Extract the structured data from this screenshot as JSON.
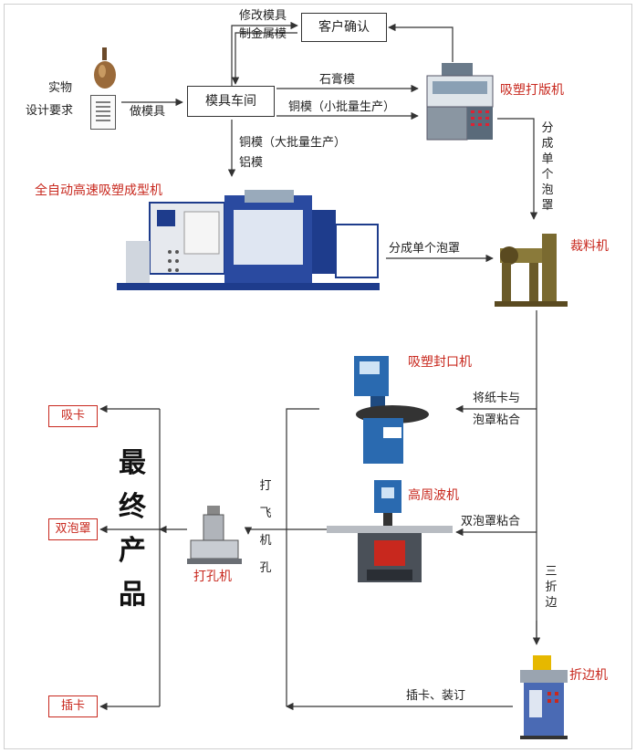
{
  "source": {
    "line1": "实物",
    "line2": "设计要求"
  },
  "nodes": {
    "mold_shop": "模具车间",
    "customer_confirm": "客户确认",
    "vacuum_proof_machine": "吸塑打版机",
    "auto_forming_machine": "全自动高速吸塑成型机",
    "cutting_machine": "裁料机",
    "sealing_machine": "吸塑封口机",
    "hf_machine": "高周波机",
    "punch_machine": "打孔机",
    "folding_machine": "折边机"
  },
  "edges": {
    "make_mold": "做模具",
    "modify_mold_1": "修改模具",
    "modify_mold_2": "制金属模",
    "gypsum": "石膏模",
    "copper_small": "铜模（小批量生产）",
    "copper_large": "铜模（大批量生产）",
    "aluminum": "铝模",
    "split_vertical": "分成单个泡罩",
    "split_horizontal": "分成单个泡罩",
    "glue_card_1": "将纸卡与",
    "glue_card_2": "泡罩粘合",
    "double_glue": "双泡罩粘合",
    "tri_fold": "三折边",
    "insert_bind": "插卡、装订",
    "punch_vertical": "打飞机孔"
  },
  "final_products": {
    "title": "最终产品",
    "items": [
      "吸卡",
      "双泡罩",
      "插卡"
    ]
  },
  "colors": {
    "accent_red": "#c8281e",
    "machine_blue": "#1e3c8c",
    "line": "#333333"
  }
}
